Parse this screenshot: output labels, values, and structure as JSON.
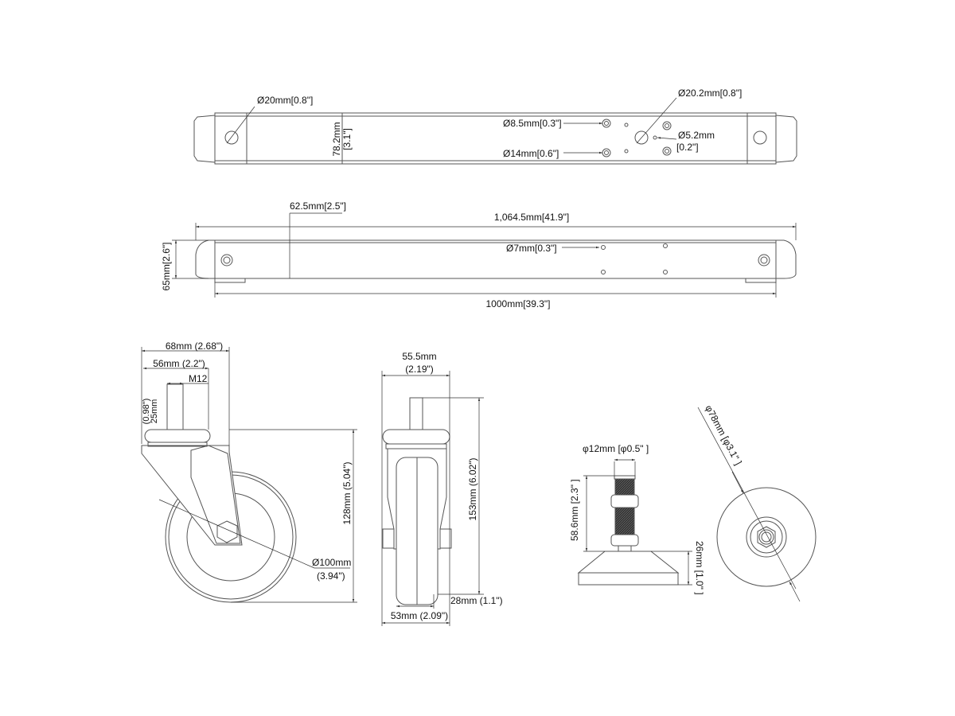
{
  "colors": {
    "line": "#555555",
    "text": "#111111",
    "thread": "#333333"
  },
  "top_view": {
    "hole_left": "Ø20mm[0.8\"]",
    "hole_right": "Ø20.2mm[0.8\"]",
    "hole_small_top": "Ø8.5mm[0.3\"]",
    "hole_small_bottom": "Ø14mm[0.6\"]",
    "hole_tiny_mm": "Ø5.2mm",
    "hole_tiny_in": "[0.2\"]",
    "width_mm": "78.2mm",
    "width_in": "[3.1\"]"
  },
  "side_view": {
    "offset": "62.5mm[2.5\"]",
    "overall_length": "1,064.5mm[41.9\"]",
    "inner_length": "1000mm[39.3\"]",
    "height": "65mm[2.6\"]",
    "hole": "Ø7mm[0.3\"]"
  },
  "caster_side": {
    "plate_width": "68mm (2.68\")",
    "stem_offset": "56mm (2.2\")",
    "thread": "M12",
    "stem_length_mm": "25mm",
    "stem_length_in": "(0.98\")",
    "height": "128mm (5.04\")",
    "wheel_diameter_mm": "Ø100mm",
    "wheel_diameter_in": "(3.94\")"
  },
  "caster_front": {
    "width_mm": "55.5mm",
    "width_in": "(2.19\")",
    "total_height": "153mm (6.02\")",
    "wheel_width": "28mm (1.1\")",
    "fork_width": "53mm (2.09\")"
  },
  "leveler": {
    "thread_diameter": "φ12mm [φ0.5\"   ]",
    "stem_height": "58.6mm [2.3\"   ]",
    "base_height": "26mm [1.0\"   ]",
    "base_diameter": "φ78mm [φ3.1\"   ]"
  }
}
